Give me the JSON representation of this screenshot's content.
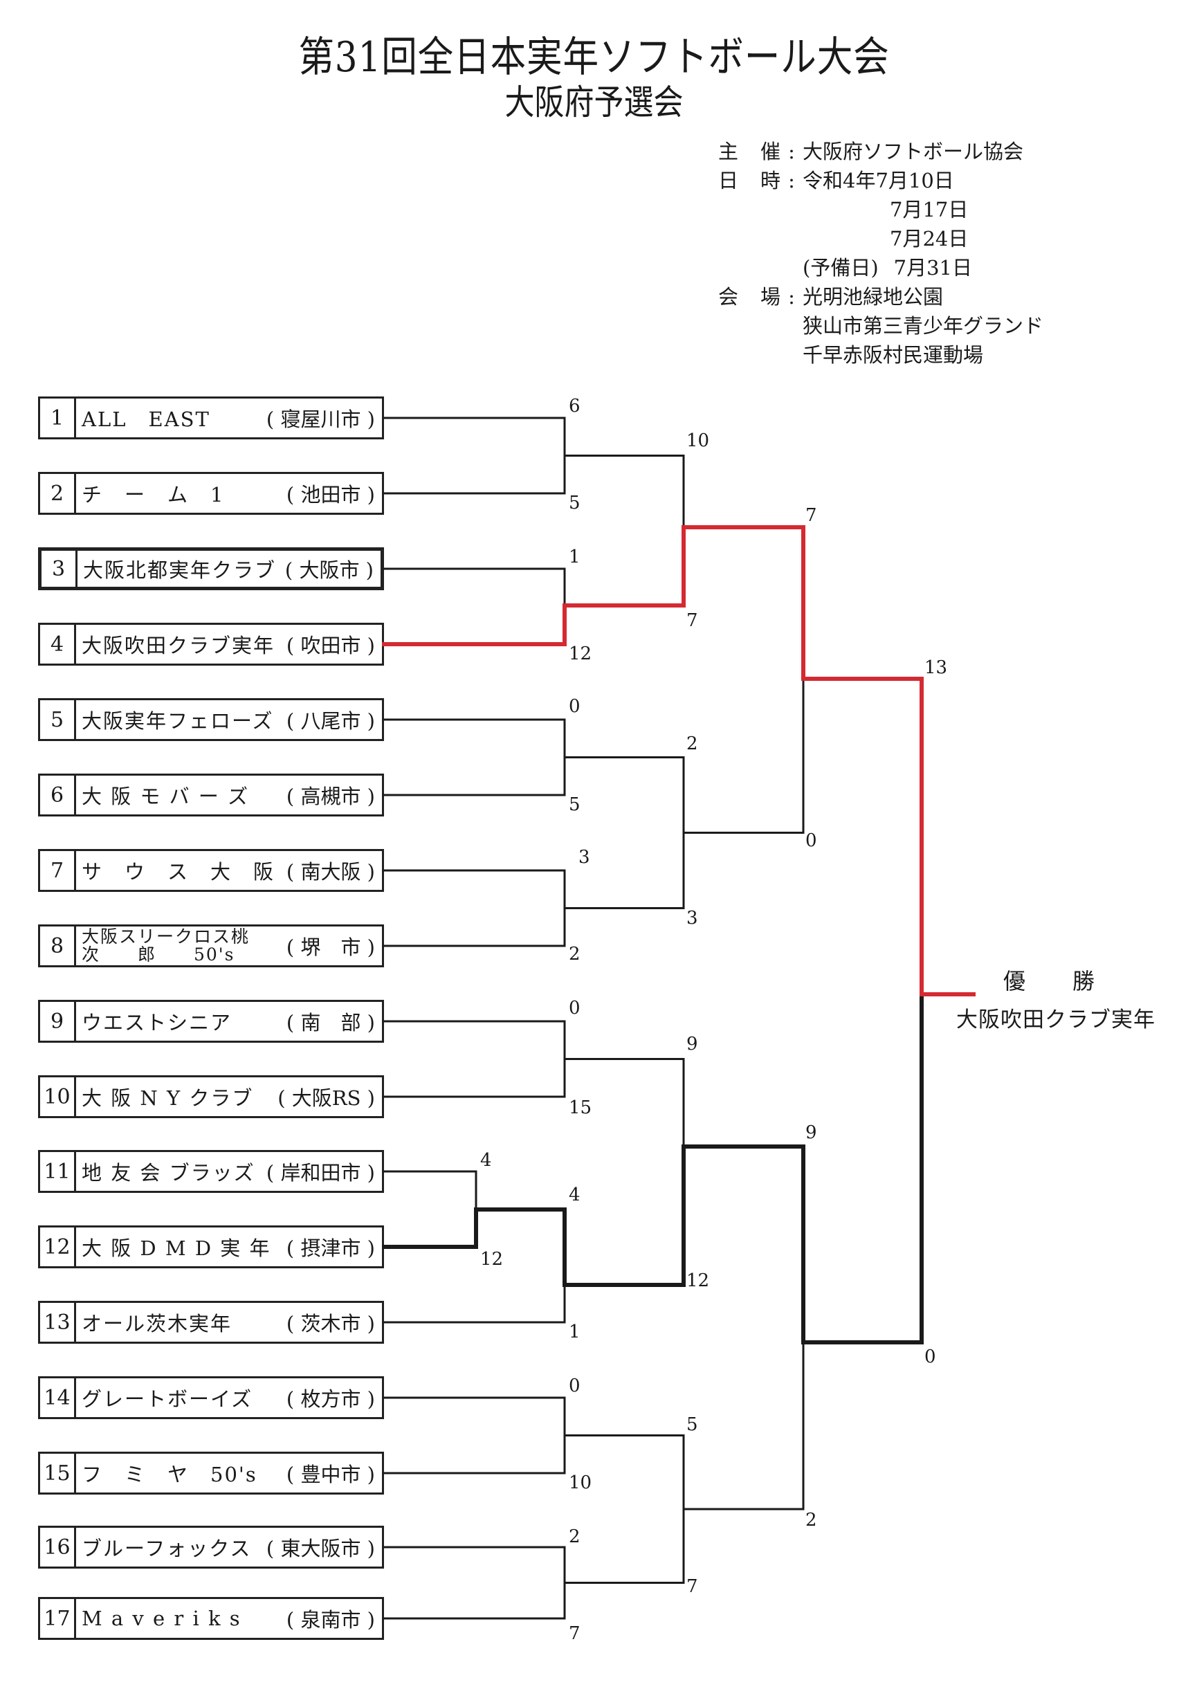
{
  "title": "第31回全日本実年ソフトボール大会",
  "subtitle": "大阪府予選会",
  "info": {
    "organizer_label": [
      "主",
      "催"
    ],
    "organizer": "大阪府ソフトボール協会",
    "date_label": [
      "日",
      "時"
    ],
    "dates": [
      "令和4年7月10日",
      "7月17日",
      "7月24日"
    ],
    "reserve_label": "(予備日)",
    "reserve_date": "7月31日",
    "venue_label": [
      "会",
      "場"
    ],
    "venues": [
      "光明池緑地公園",
      "狭山市第三青少年グランド",
      "千早赤阪村民運動場"
    ],
    "colon": ":"
  },
  "teams": [
    {
      "seed": "1",
      "name": "ALL　EAST",
      "city": "( 寝屋川市 )"
    },
    {
      "seed": "2",
      "name": "チ　ー　ム　1",
      "city": "( 池田市 )"
    },
    {
      "seed": "3",
      "name": "大阪北都実年クラブ",
      "city": "( 大阪市 )"
    },
    {
      "seed": "4",
      "name": "大阪吹田クラブ実年",
      "city": "( 吹田市 )"
    },
    {
      "seed": "5",
      "name": "大阪実年フェローズ",
      "city": "( 八尾市 )"
    },
    {
      "seed": "6",
      "name": "大 阪 モ バ ー ズ",
      "city": "( 高槻市 )"
    },
    {
      "seed": "7",
      "name": "サ　ウ　ス　大　阪",
      "city": "( 南大阪 )"
    },
    {
      "seed": "8",
      "name": "大阪スリークロス桃\n次　　郎　　50's",
      "city": "( 堺　市 )"
    },
    {
      "seed": "9",
      "name": "ウエストシニア",
      "city": "( 南　部 )"
    },
    {
      "seed": "10",
      "name": "大 阪 N Y クラブ",
      "city": "( 大阪RS )"
    },
    {
      "seed": "11",
      "name": "地 友 会 ブラッズ",
      "city": "( 岸和田市 )"
    },
    {
      "seed": "12",
      "name": "大 阪 D M D 実 年",
      "city": "( 摂津市 )"
    },
    {
      "seed": "13",
      "name": "オール茨木実年",
      "city": "( 茨木市 )"
    },
    {
      "seed": "14",
      "name": "グレートボーイズ",
      "city": "( 枚方市 )"
    },
    {
      "seed": "15",
      "name": "フ　ミ　ヤ　50's",
      "city": "( 豊中市 )"
    },
    {
      "seed": "16",
      "name": "ブルーフォックス",
      "city": "( 東大阪市 )"
    },
    {
      "seed": "17",
      "name": "M a v e r i k s",
      "city": "( 泉南市 )"
    }
  ],
  "scores": {
    "r1_1v2": [
      "6",
      "5"
    ],
    "r1_3v4": [
      "1",
      "12"
    ],
    "r1_5v6": [
      "0",
      "5"
    ],
    "r1_7v8": [
      "3",
      "2"
    ],
    "r1_9v10": [
      "0",
      "15"
    ],
    "r0_11v12": [
      "4",
      "12"
    ],
    "r1_12v13": [
      "4",
      "1"
    ],
    "r1_14v15": [
      "0",
      "10"
    ],
    "r1_16v17": [
      "2",
      "7"
    ],
    "r2_a": [
      "10",
      "7"
    ],
    "r2_b": [
      "2",
      "3"
    ],
    "r2_c": [
      "9",
      "12"
    ],
    "r2_d": [
      "5",
      "7"
    ],
    "sf_top": [
      "7",
      "0"
    ],
    "sf_bottom": [
      "9",
      "2"
    ],
    "final": [
      "13",
      "0"
    ]
  },
  "champion": {
    "label": "優　勝",
    "name": "大阪吹田クラブ実年"
  },
  "colors": {
    "winner_path": "#d42a32",
    "line": "#1a1a1a"
  }
}
